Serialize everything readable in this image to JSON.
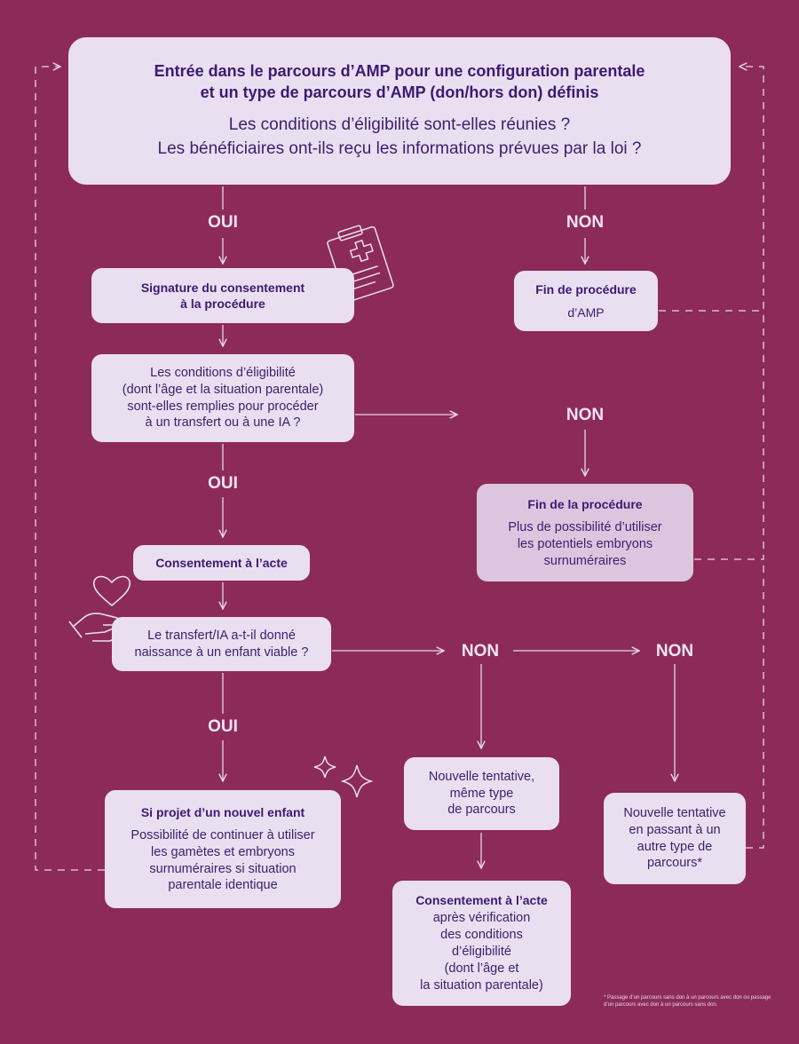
{
  "top": {
    "title_line1": "Entrée dans le parcours d’AMP pour une configuration parentale",
    "title_line2": "et un type de parcours d’AMP (don/hors don) définis",
    "question_line1": "Les conditions d’éligibilité sont-elles réunies ?",
    "question_line2": "Les bénéficiaires ont-ils reçu les informations prévues par la loi ?"
  },
  "labels": {
    "oui_1": "OUI",
    "non_1": "NON",
    "non_2": "NON",
    "oui_2": "OUI",
    "non_3": "NON",
    "non_4": "NON",
    "oui_3": "OUI"
  },
  "boxes": {
    "signature": {
      "title": "Signature du consentement\nà la procédure"
    },
    "fin_procedure": {
      "title": "Fin de procédure",
      "text": "d’AMP"
    },
    "conditions": {
      "text": "Les conditions d’éligibilité\n(dont l’âge et la situation parentale)\nsont-elles remplies pour procéder\nà un transfert ou à une IA ?"
    },
    "fin_la_procedure": {
      "title": "Fin de la procédure",
      "text": "Plus de possibilité d’utiliser\nles potentiels embryons\nsurnuméraires"
    },
    "consentement_acte": {
      "title": "Consentement à l’acte"
    },
    "transfert": {
      "text": "Le transfert/IA a-t-il donné\nnaissance à un enfant viable ?"
    },
    "nouvelle_meme": {
      "text": "Nouvelle tentative,\nmême type\nde parcours"
    },
    "nouvelle_autre": {
      "text": "Nouvelle tentative\nen passant à un\nautre type de\nparcours*"
    },
    "projet": {
      "title": "Si projet d’un nouvel enfant",
      "text": "Possibilité de continuer à utiliser\nles gamètes et embryons\nsurnuméraires si situation\nparentale identique"
    },
    "consentement_apres": {
      "title": "Consentement à l’acte",
      "text": "après vérification\ndes conditions\nd’éligibilité\n(dont l’âge et\nla situation parentale)"
    }
  },
  "footnote": "* Passage d’un parcours sans don à un parcours avec don ou passage d’un parcours avec don à un parcours sans don.",
  "colors": {
    "background": "#8c2b58",
    "box": "#eadff0",
    "box_alt": "#dcc6df",
    "title_text": "#3d1a73",
    "line": "#e8d5e6"
  },
  "icons": [
    "clipboard-medical-icon",
    "heart-hand-icon",
    "sparkle-icon"
  ]
}
